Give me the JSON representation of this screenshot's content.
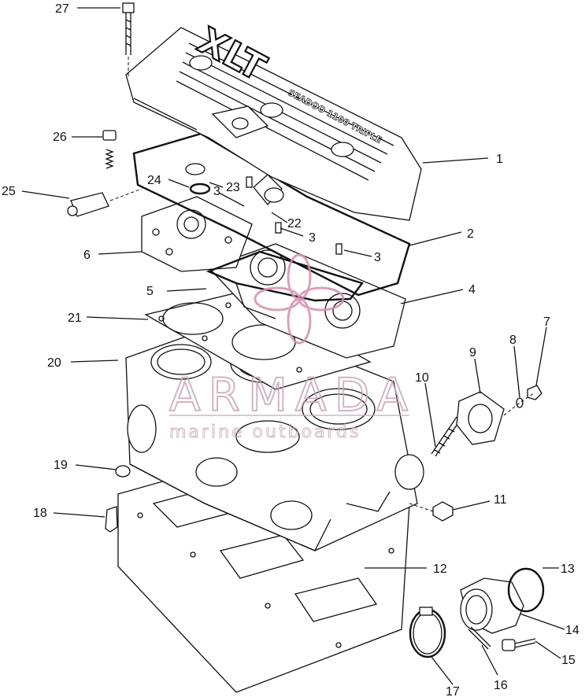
{
  "diagram": {
    "callouts": [
      {
        "id": "c1",
        "label": "1"
      },
      {
        "id": "c2",
        "label": "2"
      },
      {
        "id": "c3a",
        "label": "3"
      },
      {
        "id": "c3b",
        "label": "3"
      },
      {
        "id": "c3c",
        "label": "3"
      },
      {
        "id": "c4",
        "label": "4"
      },
      {
        "id": "c5",
        "label": "5"
      },
      {
        "id": "c6",
        "label": "6"
      },
      {
        "id": "c7",
        "label": "7"
      },
      {
        "id": "c8",
        "label": "8"
      },
      {
        "id": "c9",
        "label": "9"
      },
      {
        "id": "c10",
        "label": "10"
      },
      {
        "id": "c11",
        "label": "11"
      },
      {
        "id": "c12",
        "label": "12"
      },
      {
        "id": "c13",
        "label": "13"
      },
      {
        "id": "c14",
        "label": "14"
      },
      {
        "id": "c15",
        "label": "15"
      },
      {
        "id": "c16",
        "label": "16"
      },
      {
        "id": "c17",
        "label": "17"
      },
      {
        "id": "c18",
        "label": "18"
      },
      {
        "id": "c19",
        "label": "19"
      },
      {
        "id": "c20",
        "label": "20"
      },
      {
        "id": "c21",
        "label": "21"
      },
      {
        "id": "c22",
        "label": "22"
      },
      {
        "id": "c23",
        "label": "23"
      },
      {
        "id": "c24",
        "label": "24"
      },
      {
        "id": "c25",
        "label": "25"
      },
      {
        "id": "c26",
        "label": "26"
      },
      {
        "id": "c27",
        "label": "27"
      }
    ],
    "cover_text": {
      "model": "XLT",
      "plate": "SEADOO 1100 TRIPLE"
    },
    "watermark": {
      "brand": "ARMADA",
      "tagline": "marine outboards"
    }
  }
}
